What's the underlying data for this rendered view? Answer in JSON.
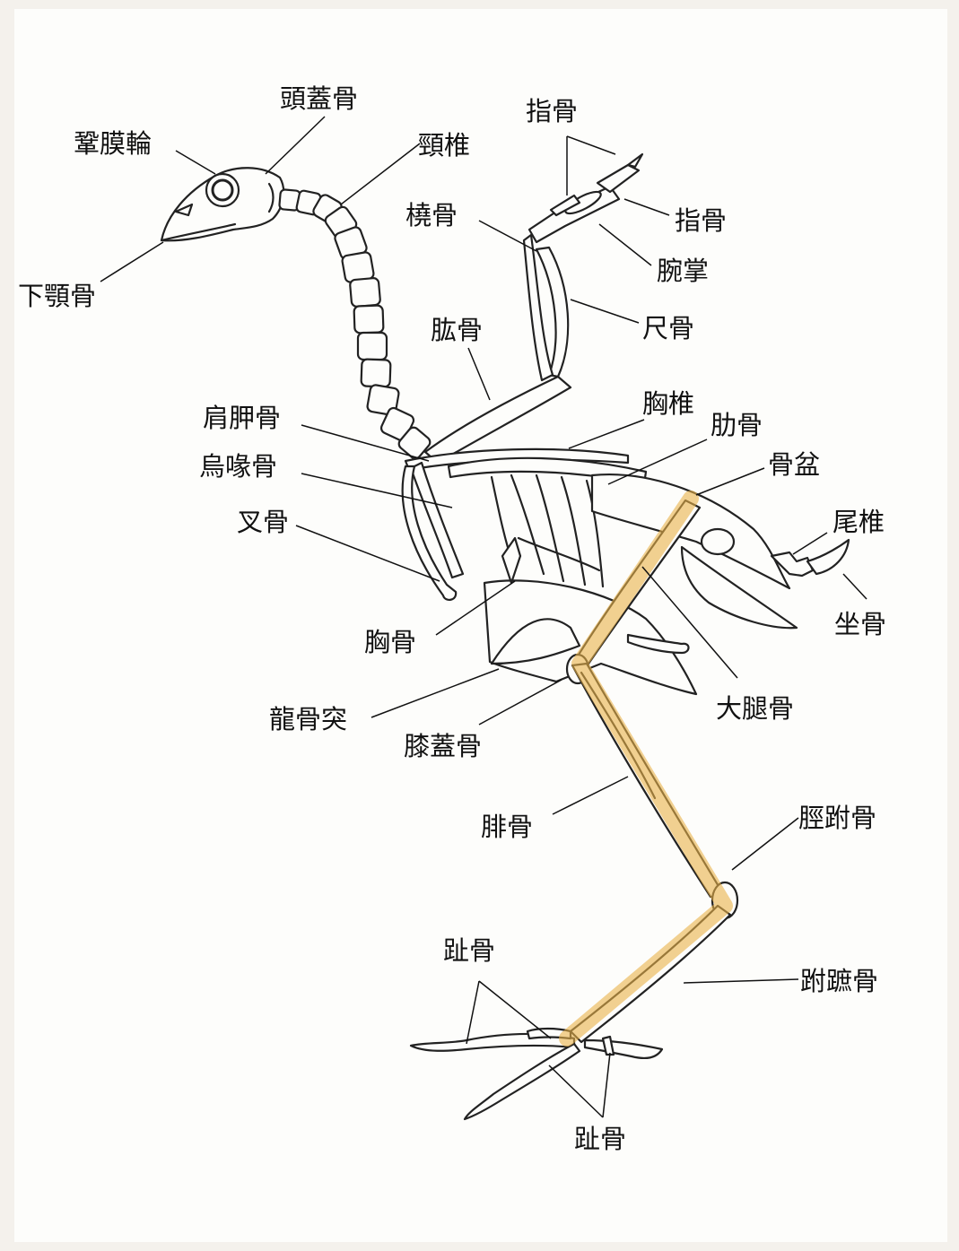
{
  "labels": {
    "skull": "頭蓋骨",
    "sclerotic_ring": "鞏膜輪",
    "cervical_vertebrae": "頸椎",
    "phalanges_top": "指骨",
    "radius": "橈骨",
    "phalanges_right": "指骨",
    "carpometacarpus": "腕掌",
    "mandible": "下顎骨",
    "ulna": "尺骨",
    "humerus": "肱骨",
    "thoracic_vertebrae": "胸椎",
    "ribs": "肋骨",
    "scapula": "肩胛骨",
    "pelvis": "骨盆",
    "coracoid": "烏喙骨",
    "pygostyle": "尾椎",
    "furcula": "叉骨",
    "ischium": "坐骨",
    "sternum": "胸骨",
    "femur": "大腿骨",
    "keel": "龍骨突",
    "patella": "膝蓋骨",
    "fibula": "腓骨",
    "tibiotarsus": "脛跗骨",
    "toes_top": "趾骨",
    "tarsometatarsus": "跗蹠骨",
    "toes_bottom": "趾骨"
  },
  "colors": {
    "background": "#f4f1ec",
    "paper": "#fdfdfb",
    "bone_line": "#222222",
    "leg_highlight": "#e9b24a"
  }
}
